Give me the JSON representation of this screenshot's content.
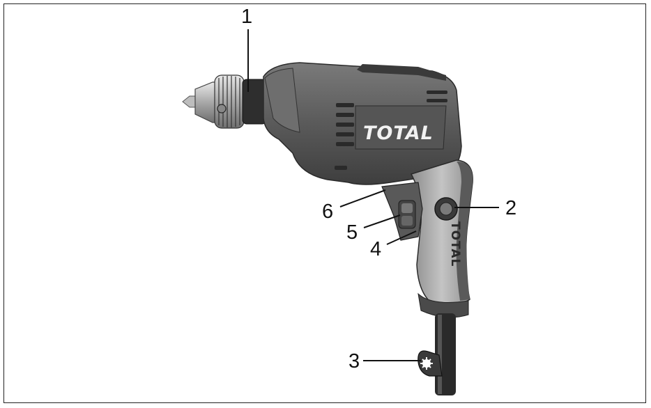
{
  "callouts": {
    "c1": "1",
    "c2": "2",
    "c3": "3",
    "c4": "4",
    "c5": "5",
    "c6": "6"
  },
  "brand": {
    "body_logo": "TOTAL",
    "handle_logo": "TOTAL"
  },
  "colors": {
    "body_dark": "#4a4a4a",
    "body_mid": "#6b6b6b",
    "grip_light": "#a9a9a9",
    "chuck_metal": "#c9c9c9",
    "leader_line": "#111111"
  }
}
